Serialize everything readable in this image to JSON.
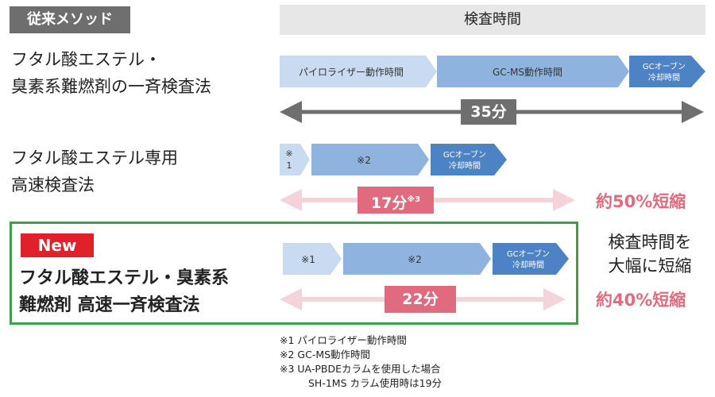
{
  "header": {
    "legacy_label": "従来メソッド",
    "time_header": "検査時間"
  },
  "methods": {
    "legacy": {
      "name_line1": "フタル酸エステル・",
      "name_line2": "臭素系難燃剤の一斉検査法",
      "segments": [
        "パイロライザー動作時間",
        "GC-MS動作時間",
        "GCオーブン",
        "冷却時間"
      ],
      "total": "35分"
    },
    "phthalate_fast": {
      "name_line1": "フタル酸エステル専用",
      "name_line2": "高速検査法",
      "seg1_line1": "※",
      "seg1_line2": "1",
      "seg2": "※2",
      "seg3_line1": "GCオーブン",
      "seg3_line2": "冷却時間",
      "total": "17分",
      "total_note": "※3",
      "reduction": "約50%短縮"
    },
    "new_method": {
      "badge": "New",
      "name_line1": "フタル酸エステル・臭素系",
      "name_line2": "難燃剤 高速一斉検査法",
      "seg1": "※1",
      "seg2": "※2",
      "seg3_line1": "GCオーブン",
      "seg3_line2": "冷却時間",
      "total": "22分",
      "reduction": "約40%短縮"
    }
  },
  "summary": {
    "line1": "検査時間を",
    "line2": "大幅に短縮"
  },
  "footnotes": {
    "n1": "※1 パイロライザー動作時間",
    "n2": "※2 GC-MS動作時間",
    "n3": "※3 UA-PBDEカラムを使用した場合",
    "n3b": "SH-1MS カラム使用時は19分"
  },
  "colors": {
    "light_blue": "#c8dbf0",
    "mid_blue": "#8fb3df",
    "dark_blue": "#4d82c4",
    "gray_arrow": "#6f6f6f",
    "pink_arrow": "#f4d4d9",
    "pink_badge": "#e06b7e",
    "green_border": "#3aa04a",
    "red_badge": "#e12129"
  }
}
